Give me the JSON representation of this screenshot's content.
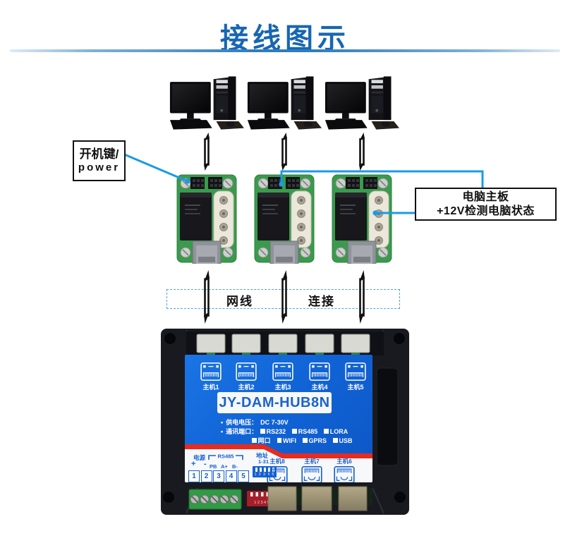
{
  "title": "接线图示",
  "callouts": {
    "power_key": {
      "line1": "开机键/",
      "line2": "power"
    },
    "motherboard": {
      "line1": "电脑主板",
      "line2": "+12V检测电脑状态"
    }
  },
  "cable_zone": {
    "label_left": "网线",
    "label_right": "连接"
  },
  "device": {
    "model": "JY-DAM-HUB8N",
    "top_ports": [
      "主机1",
      "主机2",
      "主机3",
      "主机4",
      "主机5"
    ],
    "bottom_ports": [
      "主机8",
      "主机7",
      "主机6"
    ],
    "specs": {
      "bullet": "•",
      "power_label": "供电电压：",
      "power_value": "DC 7-30V",
      "comm_label": "通讯端口：",
      "comm_row1": [
        "RS232",
        "RS485",
        "LORA"
      ],
      "comm_row2": [
        "网口",
        "WIFI",
        "GPRS",
        "USB"
      ]
    },
    "terminals": {
      "power_group": "电源",
      "power_plus": "+",
      "power_minus": "-",
      "rs485_group": "RS485",
      "rs485_pins": [
        "PB",
        "A+",
        "B-"
      ],
      "numbers": [
        "1",
        "2",
        "3",
        "4",
        "5"
      ],
      "address_label": "地址",
      "address_range": "1-31",
      "dip_numbers": "1 2 3 4 5"
    }
  },
  "colors": {
    "title_blue": "#1766b2",
    "wire_blue": "#1a9be4",
    "panel_blue": "#1164d6",
    "stripe_red": "#e82b1e",
    "pcb_green": "#3a9a4d"
  }
}
